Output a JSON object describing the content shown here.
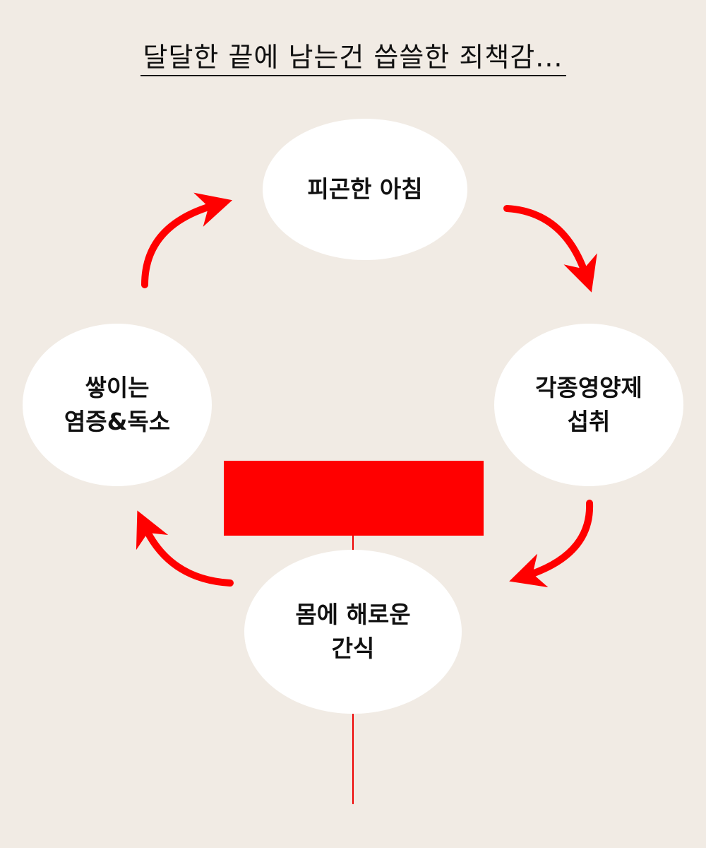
{
  "title": "달달한 끝에 남는건 씁쓸한 죄책감...",
  "cycle": {
    "nodes": [
      {
        "lines": [
          "피곤한 아침"
        ]
      },
      {
        "lines": [
          "각종영양제",
          "섭취"
        ]
      },
      {
        "lines": [
          "몸에 해로운",
          "간식"
        ]
      },
      {
        "lines": [
          "쌓이는",
          "염증&독소"
        ]
      }
    ],
    "arrow_color": "#ff0000",
    "bar_color": "#ff0000",
    "background_color": "#f1ebe4"
  }
}
